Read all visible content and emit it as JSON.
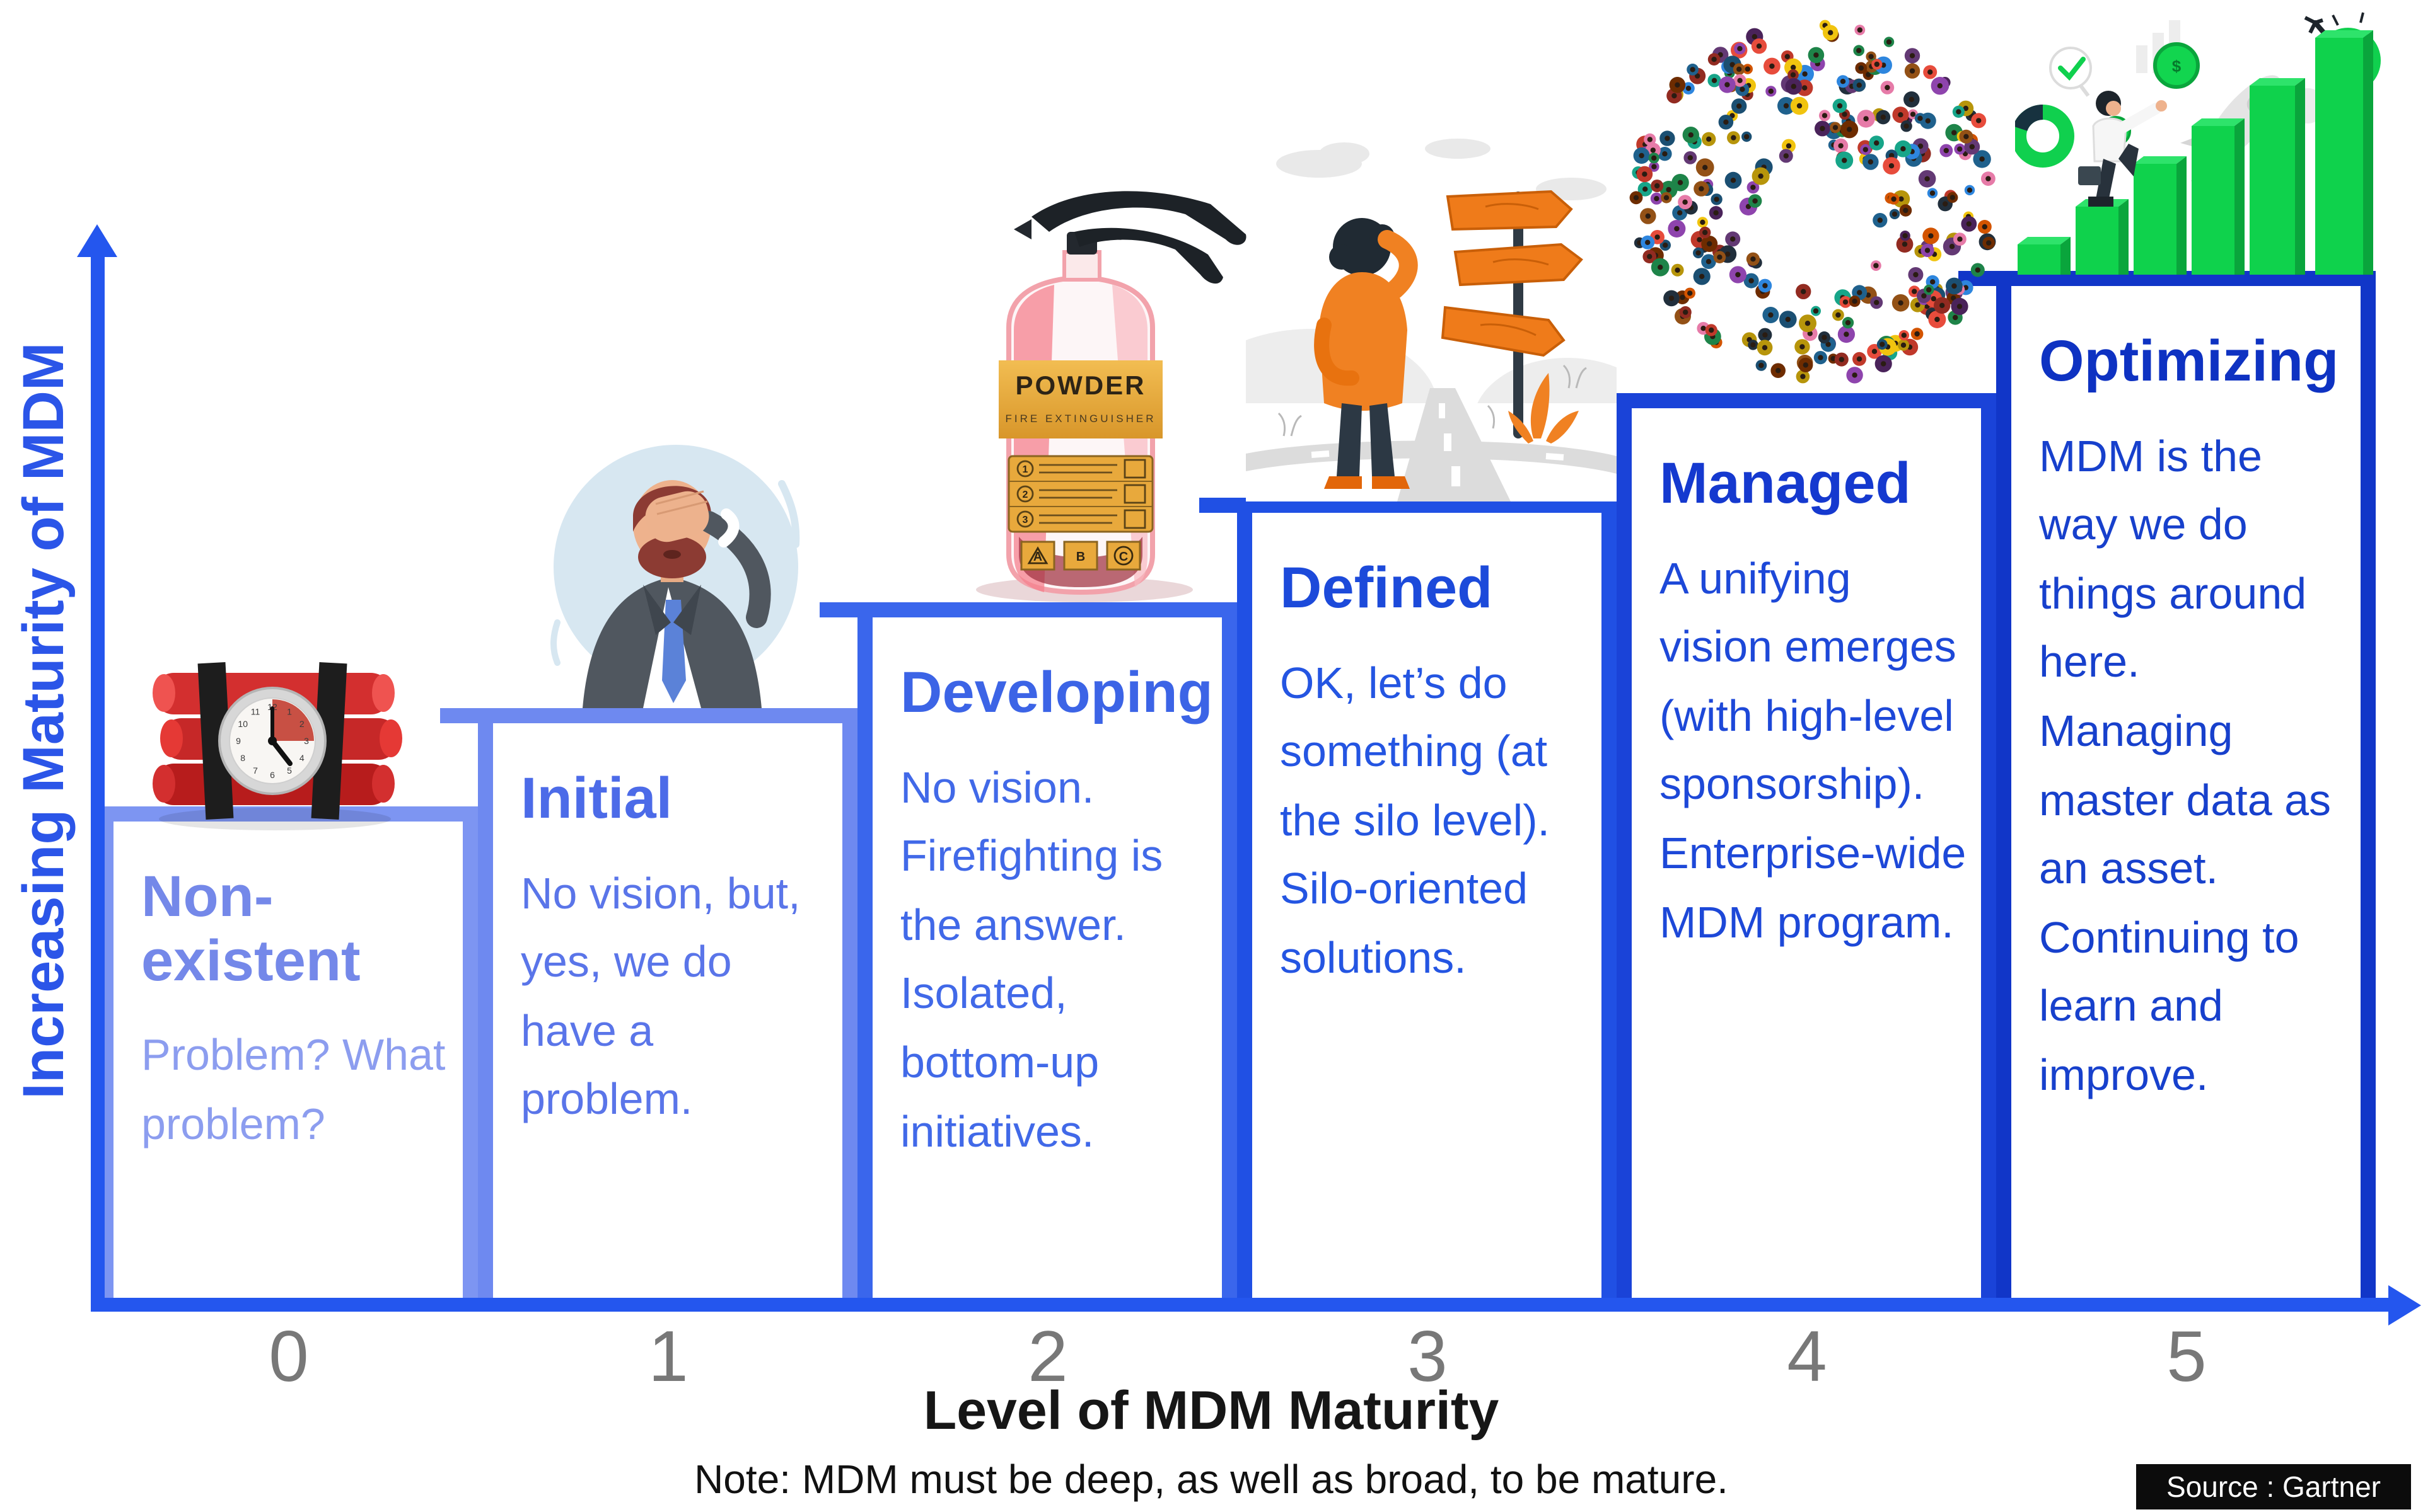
{
  "y_axis": {
    "label": "Increasing Maturity of MDM"
  },
  "x_axis": {
    "label": "Level of MDM Maturity",
    "note": "Note: MDM must be deep, as well as broad, to be mature."
  },
  "source": {
    "label": "Source : Gartner"
  },
  "colors": {
    "axis_blue": "#2456ee",
    "tick_gray": "#787878",
    "note_black": "#111111",
    "source_bg": "#0c0c0c",
    "source_text": "#ffffff",
    "bar_green": "#10d04e",
    "signpost_orange": "#ef7b1a"
  },
  "steps": [
    {
      "level": "0",
      "title": "Non-existent",
      "body": "Problem? What problem?",
      "border_color": "#7d95f2",
      "title_color": "#7488e9",
      "body_color": "#8c9def"
    },
    {
      "level": "1",
      "title": "Initial",
      "body": "No vision, but, yes, we do have a problem.",
      "border_color": "#6e89f0",
      "title_color": "#4c6be8",
      "body_color": "#5a75e9"
    },
    {
      "level": "2",
      "title": "Developing",
      "body": "No vision. Firefighting is the answer. Isolated, bottom-up initiatives.",
      "border_color": "#3a66ec",
      "title_color": "#3c64e6",
      "body_color": "#4169e8"
    },
    {
      "level": "3",
      "title": "Defined",
      "body": "OK, let’s do something (at the silo level). Silo-oriented solutions.",
      "border_color": "#2050e4",
      "title_color": "#1c4ada",
      "body_color": "#2455e2"
    },
    {
      "level": "4",
      "title": "Managed",
      "body": "A unifying vision emerges (with high-level sponsorship). Enterprise-wide MDM program.",
      "border_color": "#1a43d8",
      "title_color": "#1539cf",
      "body_color": "#1d48d8"
    },
    {
      "level": "5",
      "title": "Optimizing",
      "body": "MDM is the way we do things around here.\nManaging master data as an asset.\nContinuing to learn and improve.",
      "border_color": "#1136c8",
      "title_color": "#0e32c2",
      "body_color": "#1740cc"
    }
  ],
  "illustrations": {
    "time_bomb": "dynamite bundle with alarm clock",
    "clock_numerals": [
      "12",
      "1",
      "2",
      "3",
      "4",
      "5",
      "6",
      "7",
      "8",
      "9",
      "10",
      "11"
    ],
    "extinguisher": {
      "label_title": "POWDER",
      "label_subtitle": "FIRE EXTINGUISHER",
      "instruction_numbers": [
        "1",
        "2",
        "3"
      ],
      "classes": [
        "A",
        "B",
        "C"
      ]
    },
    "coin_symbol": "$",
    "crowd_palette": [
      "#2e86de",
      "#c0392b",
      "#8e44ad",
      "#d35400",
      "#f1c40f",
      "#1b4f72",
      "#6e2c00",
      "#17a589",
      "#922b21",
      "#1f618d",
      "#b7950b",
      "#633974",
      "#1e8449",
      "#e74c3c",
      "#212f3c",
      "#e67ba8",
      "#4a235a",
      "#935116"
    ]
  }
}
